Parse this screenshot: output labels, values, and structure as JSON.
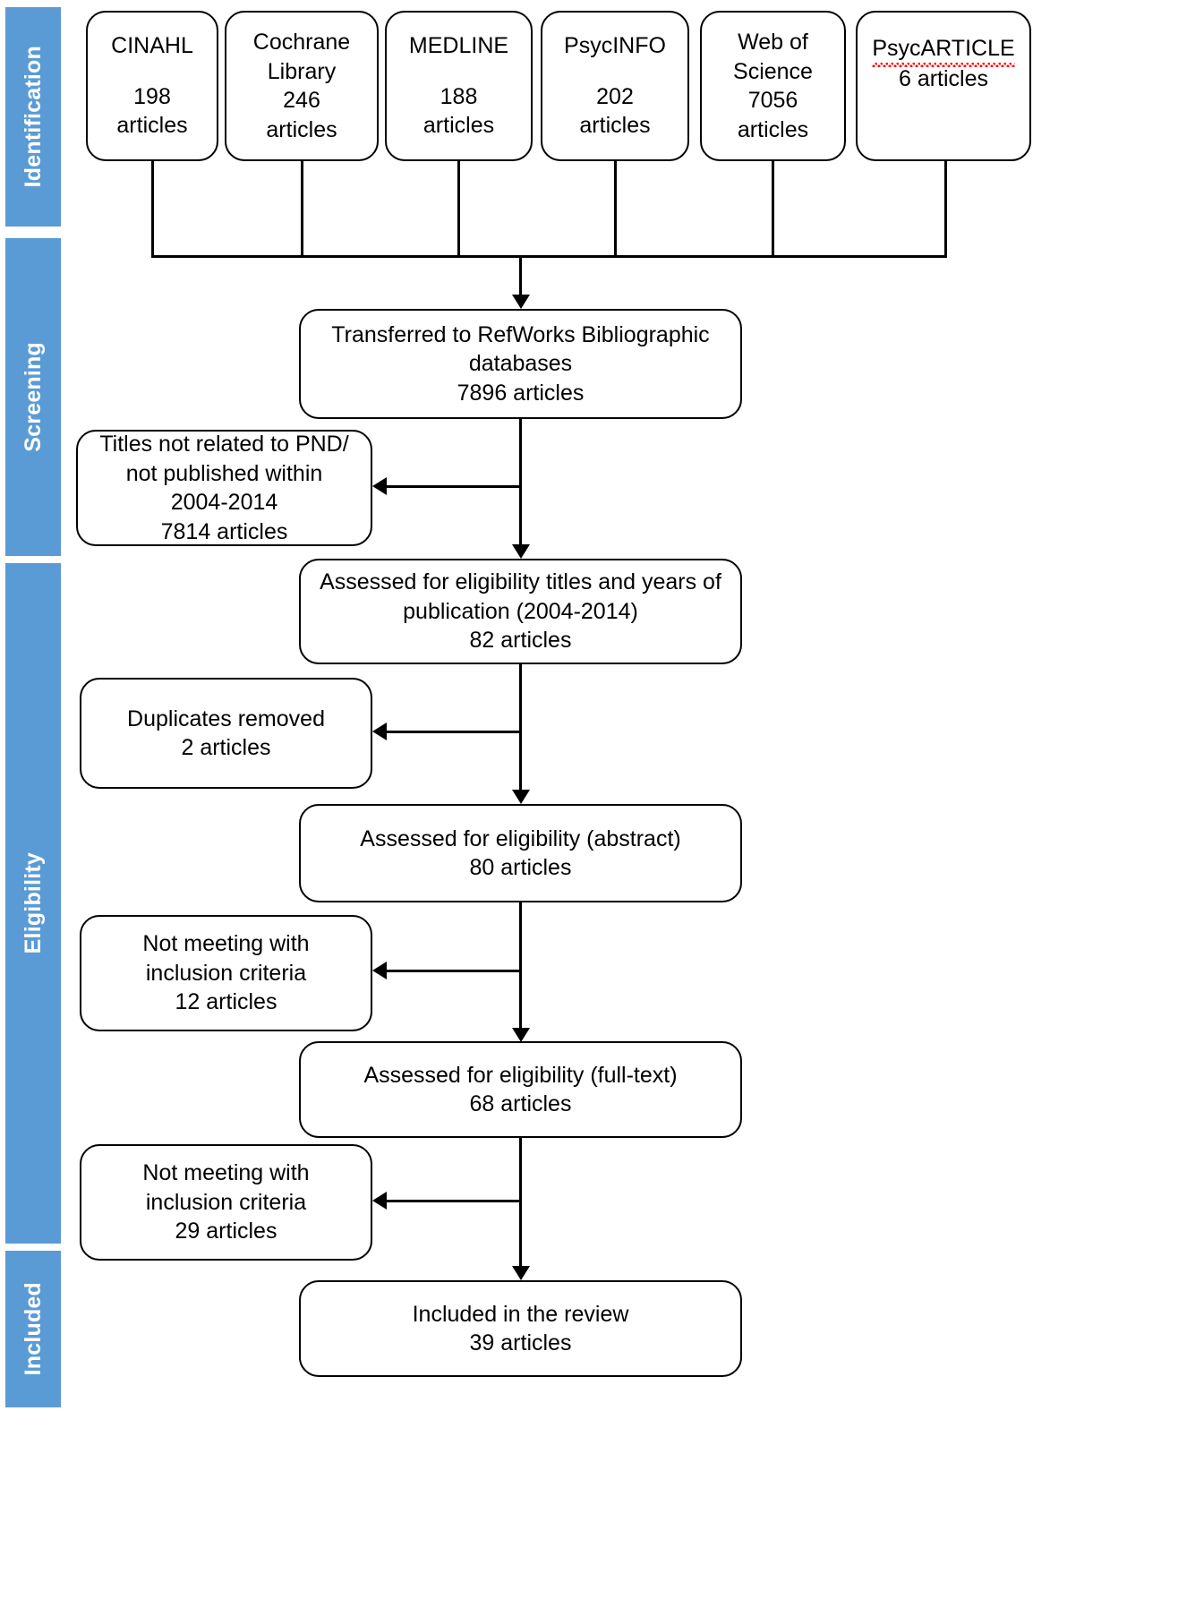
{
  "diagram": {
    "type": "prisma-flow-diagram",
    "accent_color": "#5b9bd5",
    "stages": [
      {
        "key": "identification",
        "label": "Identification"
      },
      {
        "key": "screening",
        "label": "Screening"
      },
      {
        "key": "eligibility",
        "label": "Eligibility"
      },
      {
        "key": "included",
        "label": "Included"
      }
    ],
    "sources": [
      {
        "name": "CINAHL",
        "count": "198",
        "unit": "articles",
        "spellcheck_flag": false
      },
      {
        "name": "Cochrane Library",
        "count": "246",
        "unit": "articles",
        "spellcheck_flag": false
      },
      {
        "name": "MEDLINE",
        "count": "188",
        "unit": "articles",
        "spellcheck_flag": false
      },
      {
        "name": "PsycINFO",
        "count": "202",
        "unit": "articles",
        "spellcheck_flag": false
      },
      {
        "name": "Web of Science",
        "count": "7056",
        "unit": "articles",
        "spellcheck_flag": false
      },
      {
        "name": "PsycARTICLE",
        "count": "6",
        "unit": "articles",
        "spellcheck_flag": true
      }
    ],
    "source_boxes": {
      "cinahl": {
        "l1": "CINAHL",
        "l2": "198",
        "l3": "articles"
      },
      "cochrane": {
        "l1": "Cochrane",
        "l2": "Library",
        "l3": "246",
        "l4": "articles"
      },
      "medline": {
        "l1": "MEDLINE",
        "l2": "188",
        "l3": "articles"
      },
      "psycinfo": {
        "l1": "PsycINFO",
        "l2": "202",
        "l3": "articles"
      },
      "wos": {
        "l1": "Web of",
        "l2": "Science",
        "l3": "7056",
        "l4": "articles"
      },
      "psycarticle": {
        "l1": "PsycARTICLE",
        "l2": "6 articles"
      }
    },
    "flow": {
      "refworks": {
        "l1": "Transferred to RefWorks Bibliographic",
        "l2": "databases",
        "l3": "7896  articles"
      },
      "assess_titles": {
        "l1": "Assessed for eligibility titles and years of",
        "l2": "publication (2004-2014)",
        "l3": "82 articles"
      },
      "assess_abstract": {
        "l1": "Assessed for eligibility (abstract)",
        "l2": "80  articles"
      },
      "assess_fulltext": {
        "l1": "Assessed for eligibility (full-text)",
        "l2": "68 articles"
      },
      "included": {
        "l1": "Included in the review",
        "l2": "39 articles"
      }
    },
    "exclusions": {
      "titles_excluded": {
        "l1": "Titles not related to PND/",
        "l2": "not published within",
        "l3": "2004-2014",
        "l4": "7814  articles"
      },
      "duplicates": {
        "l1": "Duplicates removed",
        "l2": "2 articles"
      },
      "not_meeting_abstract": {
        "l1": "Not meeting with",
        "l2": "inclusion criteria",
        "l3": "12 articles"
      },
      "not_meeting_fulltext": {
        "l1": "Not meeting with",
        "l2": "inclusion criteria",
        "l3": "29 articles"
      }
    }
  },
  "chart_data": {
    "type": "diagram",
    "title": "PRISMA study selection flow diagram",
    "stages": [
      "Identification",
      "Screening",
      "Eligibility",
      "Included"
    ],
    "sources": [
      {
        "database": "CINAHL",
        "records": 198
      },
      {
        "database": "Cochrane Library",
        "records": 246
      },
      {
        "database": "MEDLINE",
        "records": 188
      },
      {
        "database": "PsycINFO",
        "records": 202
      },
      {
        "database": "Web of Science",
        "records": 7056
      },
      {
        "database": "PsycARTICLE",
        "records": 6
      }
    ],
    "steps": [
      {
        "label": "Transferred to RefWorks Bibliographic databases",
        "n": 7896
      },
      {
        "label": "Assessed for eligibility titles and years of publication (2004-2014)",
        "n": 82
      },
      {
        "label": "Assessed for eligibility (abstract)",
        "n": 80
      },
      {
        "label": "Assessed for eligibility (full-text)",
        "n": 68
      },
      {
        "label": "Included in the review",
        "n": 39
      }
    ],
    "exclusions": [
      {
        "label": "Titles not related to PND/ not published within 2004-2014",
        "n": 7814
      },
      {
        "label": "Duplicates removed",
        "n": 2
      },
      {
        "label": "Not meeting with inclusion criteria (abstract)",
        "n": 12
      },
      {
        "label": "Not meeting with inclusion criteria (full-text)",
        "n": 29
      }
    ]
  }
}
